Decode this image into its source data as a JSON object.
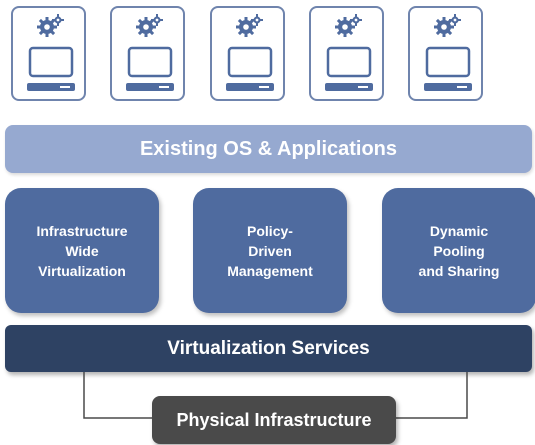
{
  "machines": [
    {
      "gear_icon": "gears-icon",
      "screen_icon": "monitor-icon"
    },
    {
      "gear_icon": "gears-icon",
      "screen_icon": "monitor-icon"
    },
    {
      "gear_icon": "gears-icon",
      "screen_icon": "monitor-icon"
    },
    {
      "gear_icon": "gears-icon",
      "screen_icon": "monitor-icon"
    },
    {
      "gear_icon": "gears-icon",
      "screen_icon": "monitor-icon"
    }
  ],
  "os_layer": {
    "label": "Existing OS & Applications"
  },
  "capabilities": [
    {
      "label": "Infrastructure\nWide\nVirtualization"
    },
    {
      "label": "Policy-\nDriven\nManagement"
    },
    {
      "label": "Dynamic\nPooling\nand Sharing"
    }
  ],
  "services_layer": {
    "label": "Virtualization Services"
  },
  "physical_layer": {
    "label": "Physical Infrastructure"
  },
  "colors": {
    "machine_border": "#6f84ad",
    "os_layer": "#96a9d0",
    "capability": "#4f6b9f",
    "services_layer": "#2e4263",
    "physical_layer": "#4a4a4a"
  }
}
